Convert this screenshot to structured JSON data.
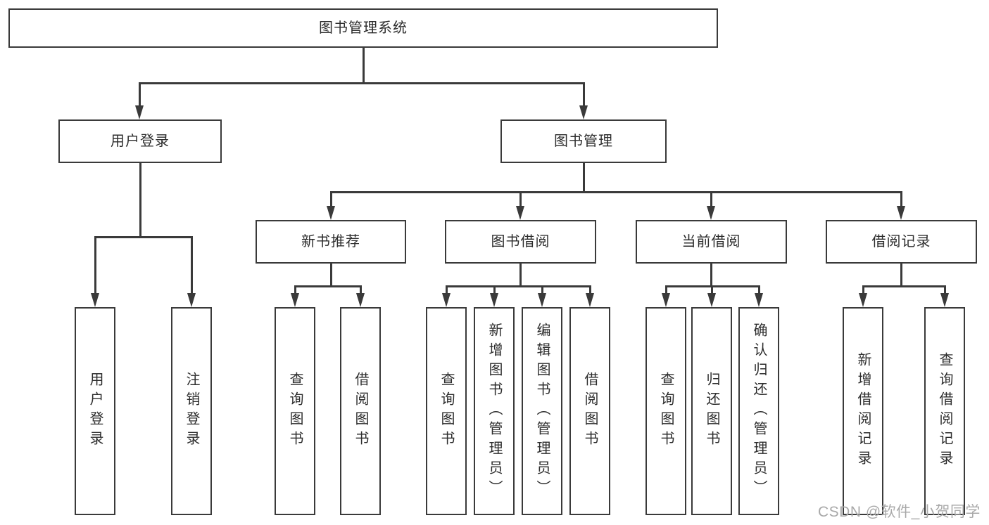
{
  "colors": {
    "line": "#3a3a3a",
    "text": "#2d2d2d",
    "background": "#ffffff",
    "watermark": "#a9a9a9"
  },
  "diagram": {
    "root": {
      "label": "图书管理系统"
    },
    "level2": [
      {
        "label": "用户登录"
      },
      {
        "label": "图书管理"
      }
    ],
    "level3": [
      {
        "label": "新书推荐"
      },
      {
        "label": "图书借阅"
      },
      {
        "label": "当前借阅"
      },
      {
        "label": "借阅记录"
      }
    ],
    "leaves": {
      "user_login": [
        "用户登录",
        "注销登录"
      ],
      "new_book_recommend": [
        "查询图书",
        "借阅图书"
      ],
      "book_borrow": [
        "查询图书",
        "新增图书（管理员）",
        "编辑图书（管理员）",
        "借阅图书"
      ],
      "current_borrow": [
        "查询图书",
        "归还图书",
        "确认归还（管理员）"
      ],
      "borrow_record": [
        "新增借阅记录",
        "查询借阅记录"
      ]
    }
  },
  "watermark": {
    "text": "CSDN @软件_小贺同学"
  }
}
